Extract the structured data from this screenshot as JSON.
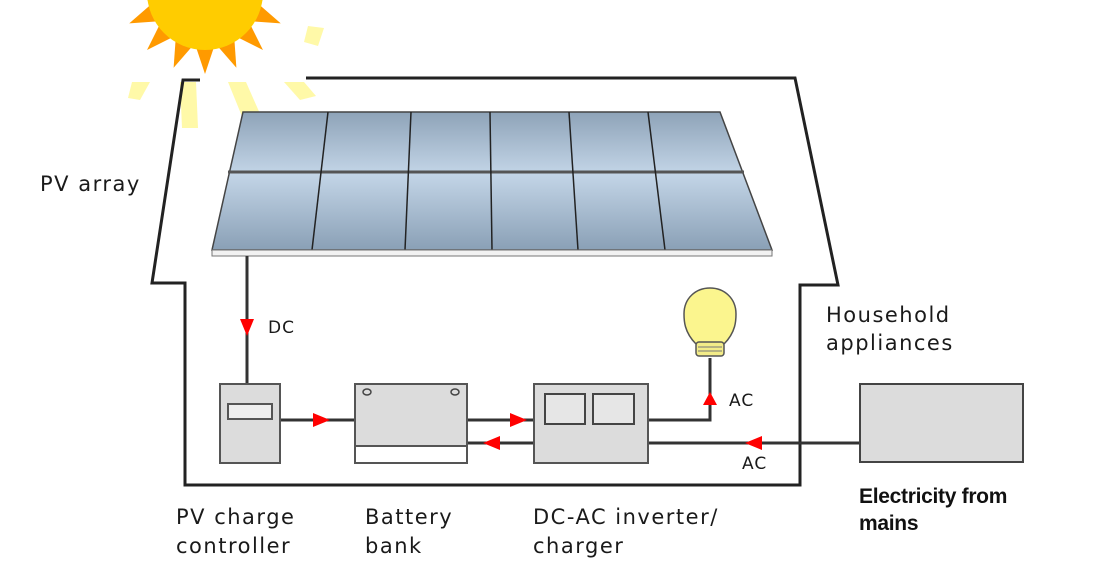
{
  "labels": {
    "pv_array": "PV array",
    "household": [
      "Household",
      "appliances"
    ],
    "charge_controller": [
      "PV charge",
      "controller"
    ],
    "battery": [
      "Battery",
      "bank"
    ],
    "inverter": [
      "DC-AC inverter/",
      "charger"
    ],
    "mains": [
      "Electricity from",
      "mains"
    ]
  },
  "flows": {
    "pv_to_controller": "DC",
    "inverter_to_appliance": "AC",
    "mains_to_inverter": "AC"
  },
  "colors": {
    "sun_core": "#ffcc00",
    "sun_rays": "#ff9900",
    "light_beams": "#fff8a0",
    "panel": "#9fb4c8",
    "panel_highlight": "#c4d6e8",
    "device_fill": "#dcdcdc",
    "line": "#333333",
    "arrow": "#ff0000",
    "bulb": "#fbf58e"
  }
}
